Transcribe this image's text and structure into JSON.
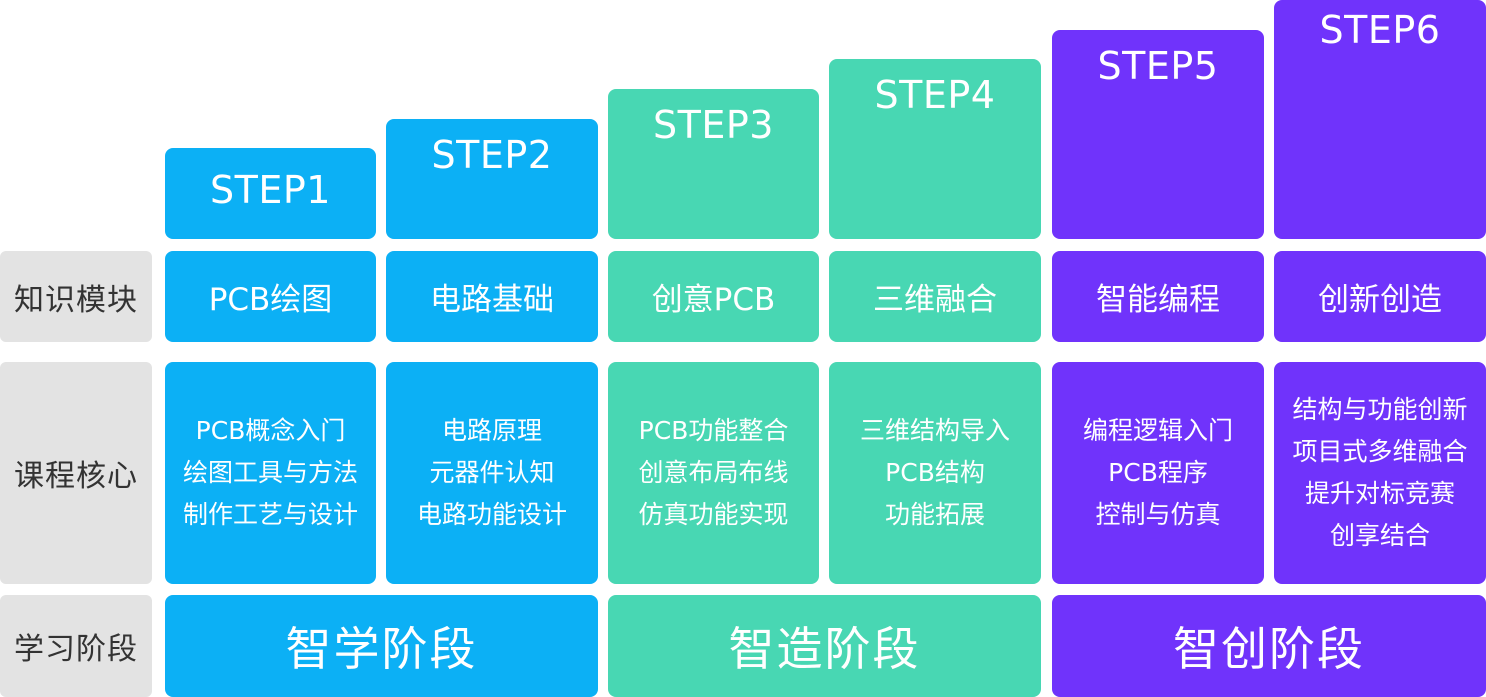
{
  "steps": [
    {
      "label": "STEP1",
      "module": "PCB绘图",
      "core": [
        "PCB概念入门",
        "绘图工具与方法",
        "制作工艺与设计"
      ]
    },
    {
      "label": "STEP2",
      "module": "电路基础",
      "core": [
        "电路原理",
        "元器件认知",
        "电路功能设计"
      ]
    },
    {
      "label": "STEP3",
      "module": "创意PCB",
      "core": [
        "PCB功能整合",
        "创意布局布线",
        "仿真功能实现"
      ]
    },
    {
      "label": "STEP4",
      "module": "三维融合",
      "core": [
        "三维结构导入",
        "PCB结构",
        "功能拓展"
      ]
    },
    {
      "label": "STEP5",
      "module": "智能编程",
      "core": [
        "编程逻辑入门",
        "PCB程序",
        "控制与仿真"
      ]
    },
    {
      "label": "STEP6",
      "module": "创新创造",
      "core": [
        "结构与功能创新",
        "项目式多维融合",
        "提升对标竞赛",
        "创享结合"
      ]
    }
  ],
  "row_labels": {
    "module": "知识模块",
    "core": "课程核心",
    "stage": "学习阶段"
  },
  "stages": [
    "智学阶段",
    "智造阶段",
    "智创阶段"
  ],
  "colors": {
    "blue": "#0cb0f5",
    "green": "#48d7b3",
    "purple": "#7033fb",
    "label_bg": "#e3e3e3"
  }
}
